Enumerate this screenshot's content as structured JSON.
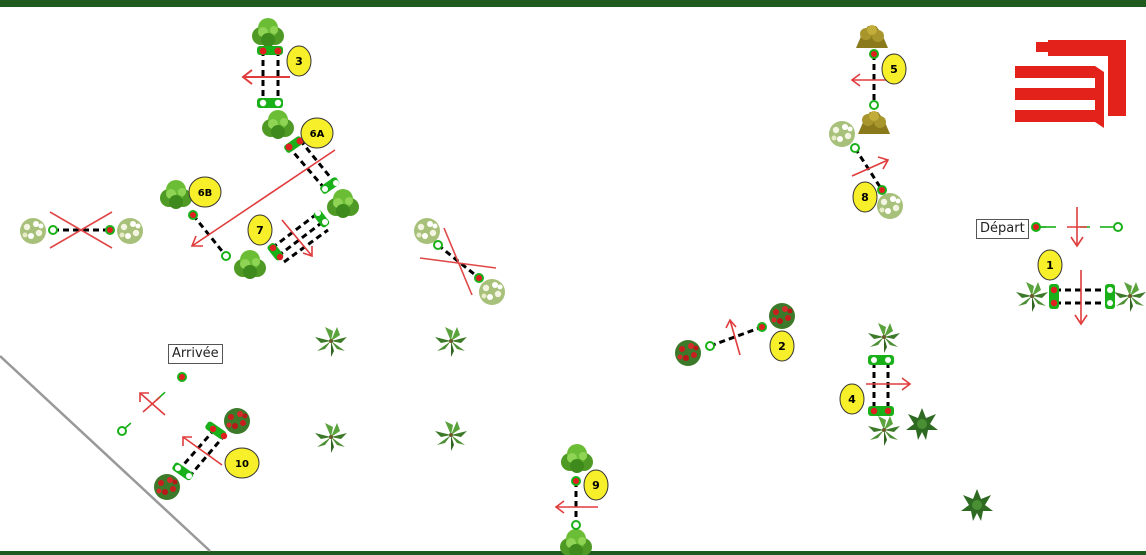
{
  "labels": {
    "start": "Départ",
    "finish": "Arrivée"
  },
  "obstacles": [
    {
      "id": "1",
      "name": "1"
    },
    {
      "id": "2",
      "name": "2"
    },
    {
      "id": "3",
      "name": "3"
    },
    {
      "id": "4",
      "name": "4"
    },
    {
      "id": "5",
      "name": "5"
    },
    {
      "id": "6A",
      "name": "6A"
    },
    {
      "id": "6B",
      "name": "6B"
    },
    {
      "id": "7",
      "name": "7"
    },
    {
      "id": "8",
      "name": "8"
    },
    {
      "id": "9",
      "name": "9"
    },
    {
      "id": "10",
      "name": "10"
    }
  ],
  "colors": {
    "border": "#1f5a1f",
    "route_arrow": "#e03c3c",
    "cross_out": "#e04848",
    "number_badge": "#f7ef2a",
    "flag_red": "#e02020",
    "flag_green": "#19b019",
    "logo_red": "#e3231b",
    "tree_green": "#5fb02e",
    "tree_olive": "#9a8a26",
    "palm_green": "#3c7a2a",
    "flower_red": "#c81e1e",
    "flower_white": "#f0f0dc",
    "arena_line": "#999999"
  },
  "icons": {
    "logo": "club-logo-icon",
    "tree": "tree-icon",
    "palm": "palm-icon",
    "flower": "flower-bush-icon",
    "flag": "flag-icon",
    "arrow": "direction-arrow-icon"
  }
}
